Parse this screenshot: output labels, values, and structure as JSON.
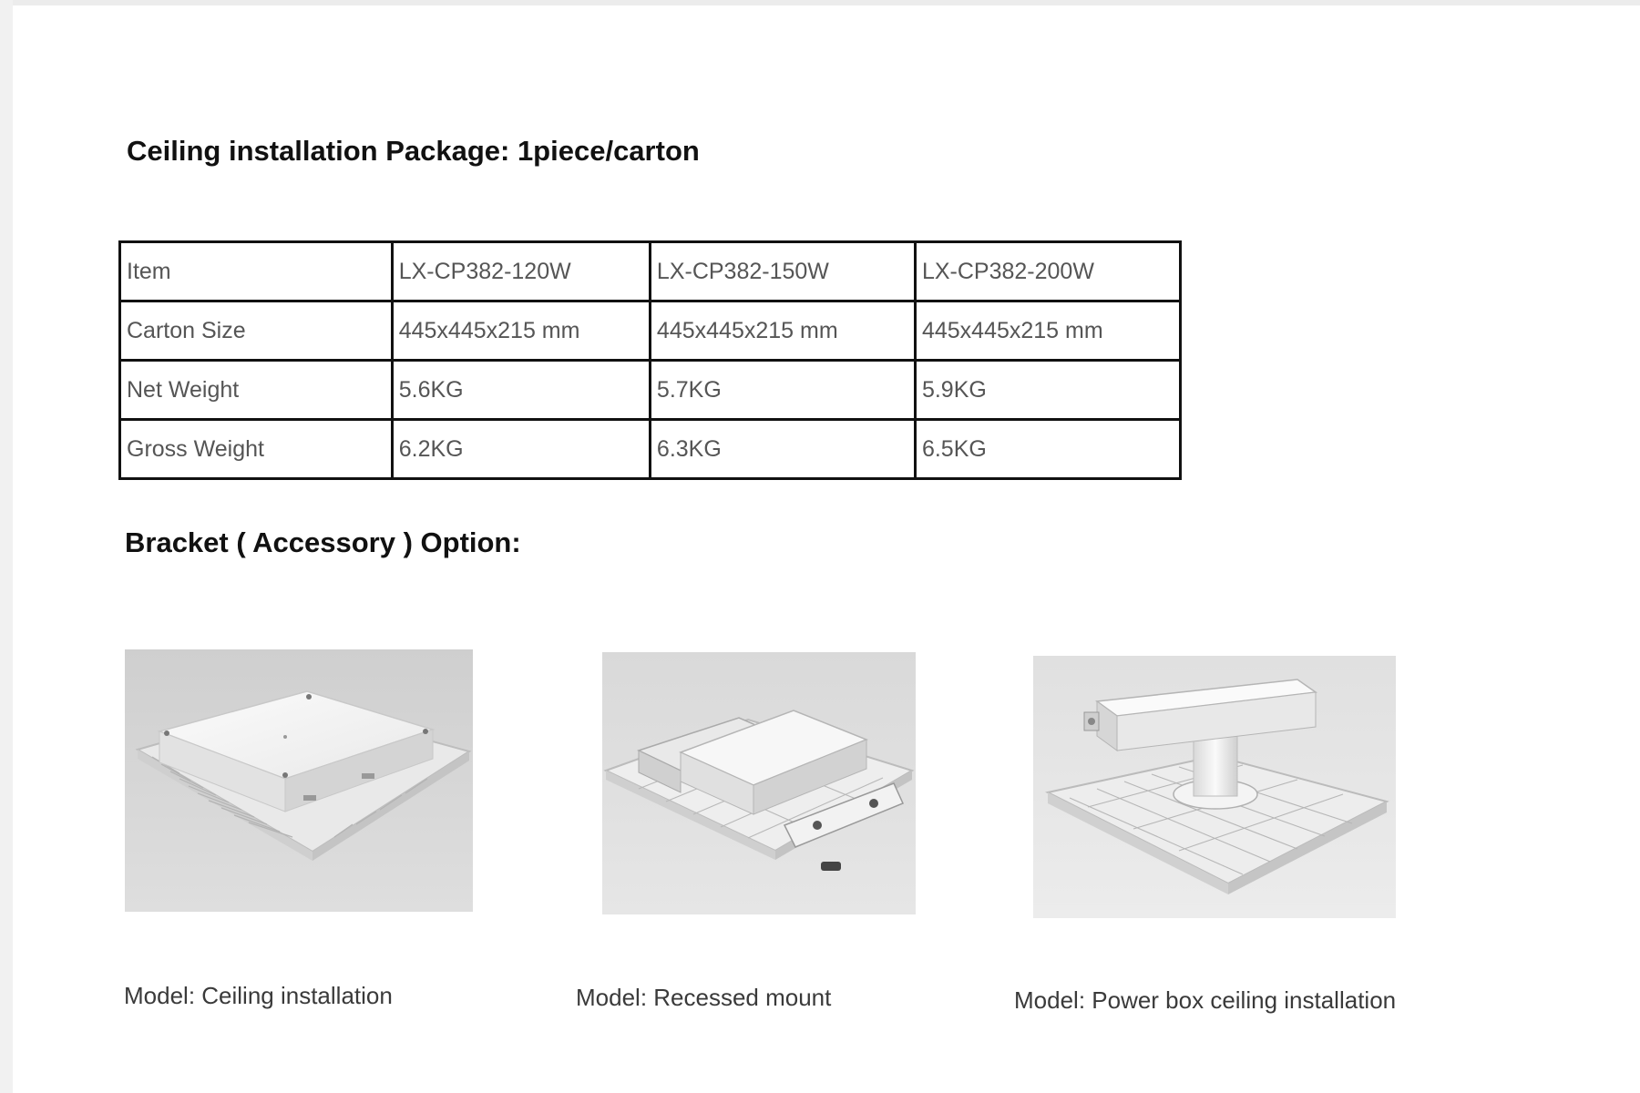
{
  "package_heading": "Ceiling installation Package: 1piece/carton",
  "spec_table": {
    "rows": [
      [
        "Item",
        "LX-CP382-120W",
        "LX-CP382-150W",
        "LX-CP382-200W"
      ],
      [
        "Carton Size",
        "445x445x215 mm",
        "445x445x215 mm",
        "445x445x215 mm"
      ],
      [
        "Net Weight",
        "5.6KG",
        "5.7KG",
        "5.9KG"
      ],
      [
        "Gross Weight",
        "6.2KG",
        "6.3KG",
        "6.5KG"
      ]
    ]
  },
  "bracket_heading": "Bracket ( Accessory ) Option:",
  "models": [
    {
      "caption": "Model: Ceiling installation",
      "image": "ceiling-installation-photo"
    },
    {
      "caption": "Model: Recessed mount",
      "image": "recessed-mount-photo"
    },
    {
      "caption": "Model: Power box ceiling installation",
      "image": "power-box-ceiling-photo"
    }
  ],
  "colors": {
    "text": "#111111",
    "table_text": "#555555",
    "table_border": "#111111",
    "caption_text": "#3a3a3a"
  }
}
